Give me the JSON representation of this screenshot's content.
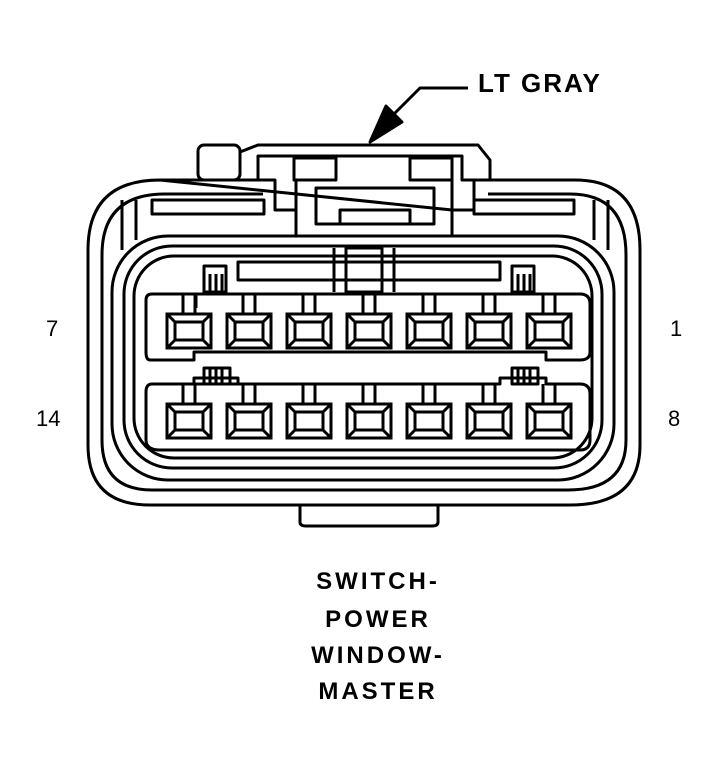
{
  "callout": {
    "color_label": "LT GRAY"
  },
  "pins": {
    "top_left": "7",
    "top_right": "1",
    "bottom_left": "14",
    "bottom_right": "8"
  },
  "title_lines": [
    "SWITCH-",
    "POWER",
    "WINDOW-",
    "MASTER"
  ],
  "cavity_rows": 2,
  "cavities_per_row": 7
}
